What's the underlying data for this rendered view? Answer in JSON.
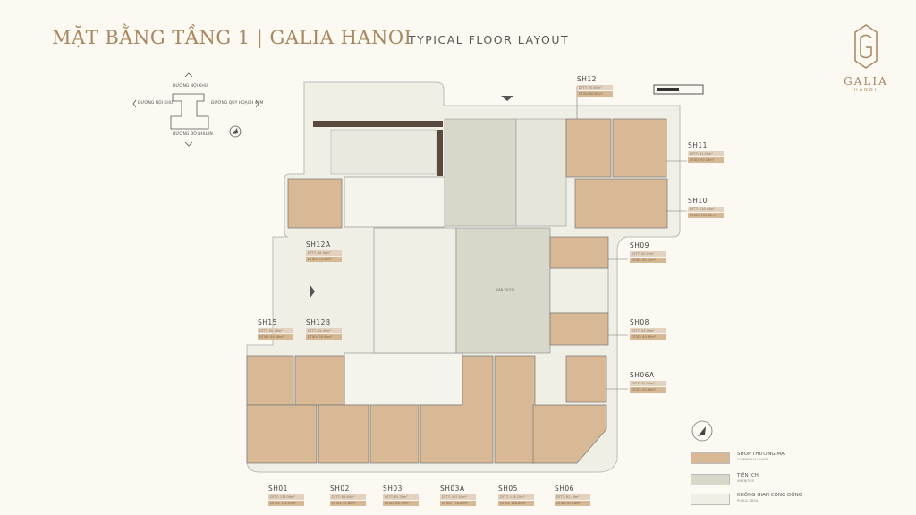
{
  "header": {
    "title": "MẶT BẰNG TẦNG 1 | GALIA HANOI",
    "subtitle": "TYPICAL FLOOR LAYOUT"
  },
  "logo": {
    "name": "GALIA",
    "sub": "HANOI"
  },
  "directions": {
    "north": "ĐƯỜNG NỘI KHU",
    "west": "ĐƯỜNG NỘI KHU",
    "east": "ĐƯỜNG QUY HOẠCH 40M",
    "south": "ĐƯỜNG ĐỖ NHUẬN"
  },
  "areas": {
    "courtyard": "SÂN VƯỜN"
  },
  "colors": {
    "shop": "#d9b995",
    "amenity": "#d8d8ca",
    "public": "#f0efe6",
    "title": "#a8865f"
  },
  "shops": [
    {
      "id": "SH12",
      "dttt": "DTTT: 70.63m²",
      "dtxd": "DTXD: 80.69m²"
    },
    {
      "id": "SH11",
      "dttt": "DTTT: 81.20m²",
      "dtxd": "DTXD: 90.28m²"
    },
    {
      "id": "SH10",
      "dttt": "DTTT: 118.44m²",
      "dtxd": "DTXD: 130.88m²"
    },
    {
      "id": "SH09",
      "dttt": "DTTT: 52.29m²",
      "dtxd": "DTXD: 62.42m²"
    },
    {
      "id": "SH08",
      "dttt": "DTTT: 53.06m²",
      "dtxd": "DTXD: 63.60m²"
    },
    {
      "id": "SH06A",
      "dttt": "DTTT: 52.06m²",
      "dtxd": "DTXD: 63.69m²"
    },
    {
      "id": "SH12A",
      "dttt": "DTTT: 68.98m²",
      "dtxd": "DTXD: 79.30m²"
    },
    {
      "id": "SH15",
      "dttt": "DTTT: 65.08m²",
      "dtxd": "DTXD: 84.08m²"
    },
    {
      "id": "SH12B",
      "dttt": "DTTT: 65.49m²",
      "dtxd": "DTXD: 76.90m²"
    },
    {
      "id": "SH01",
      "dttt": "DTTT: 133.08m²",
      "dtxd": "DTXD: 151.03m²"
    },
    {
      "id": "SH02",
      "dttt": "DTTT: 86.64m²",
      "dtxd": "DTXD: 91.80m²"
    },
    {
      "id": "SH03",
      "dttt": "DTTT: 81.28m²",
      "dtxd": "DTXD: 86.73m²"
    },
    {
      "id": "SH03A",
      "dttt": "DTTT: 167.00m²",
      "dtxd": "DTXD: 178.09m²"
    },
    {
      "id": "SH05",
      "dttt": "DTTT: 116.25m²",
      "dtxd": "DTXD: 128.80m²"
    },
    {
      "id": "SH06",
      "dttt": "DTTT: 82.19m²",
      "dtxd": "DTXD: 87.18m²"
    }
  ],
  "legend": [
    {
      "label": "SHOP THƯƠNG MẠI",
      "sub": "COMMERCIAL SHOP",
      "color": "#d9b995"
    },
    {
      "label": "TIỆN ÍCH",
      "sub": "AMENITIES",
      "color": "#d8d8ca"
    },
    {
      "label": "KHÔNG GIAN CỘNG ĐỒNG",
      "sub": "PUBLIC AREA",
      "color": "#f0efe6"
    }
  ]
}
